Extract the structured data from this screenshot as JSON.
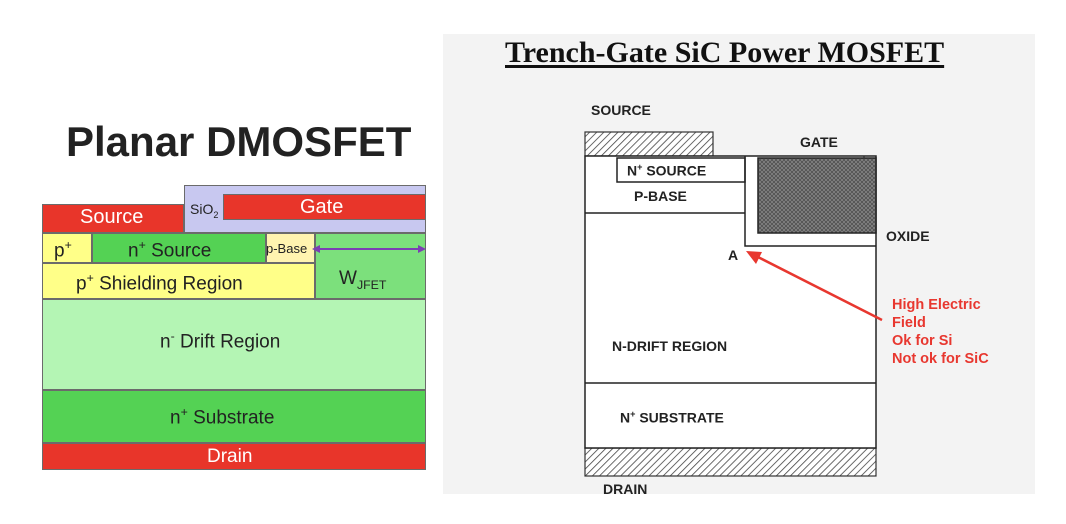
{
  "planar": {
    "title": "Planar DMOSFET",
    "source": "Source",
    "sio2": "SiO",
    "sio2_sub": "2",
    "gate": "Gate",
    "p_plus": "p",
    "n_plus_source": " Source",
    "p_base": "p-Base",
    "p_shielding": " Shielding Region",
    "w_jfet": "W",
    "w_jfet_sub": "JFET",
    "n_drift": " Drift Region",
    "n_substrate": " Substrate",
    "drain": "Drain"
  },
  "trench": {
    "title": "Trench-Gate SiC Power MOSFET",
    "source": "SOURCE",
    "gate": "GATE",
    "n_plus_source": " SOURCE",
    "p_base": "P-BASE",
    "oxide": "OXIDE",
    "point_a": "A",
    "n_drift": "N-DRIFT REGION",
    "n_substrate": " SUBSTRATE",
    "drain": "DRAIN",
    "annotation": [
      "High Electric",
      "Field",
      "Ok for Si",
      "Not ok for SiC"
    ]
  },
  "colors": {
    "source_drain_red": "#e8352a",
    "sio2": "#c8c8f0",
    "p_plus_yellow": "#ffff88",
    "p_base": "#fff4b0",
    "n_plus_green": "#54d254",
    "jfet_green": "#7ce07c",
    "drift_green": "#b4f5b4",
    "annotation_red": "#e8372f"
  }
}
